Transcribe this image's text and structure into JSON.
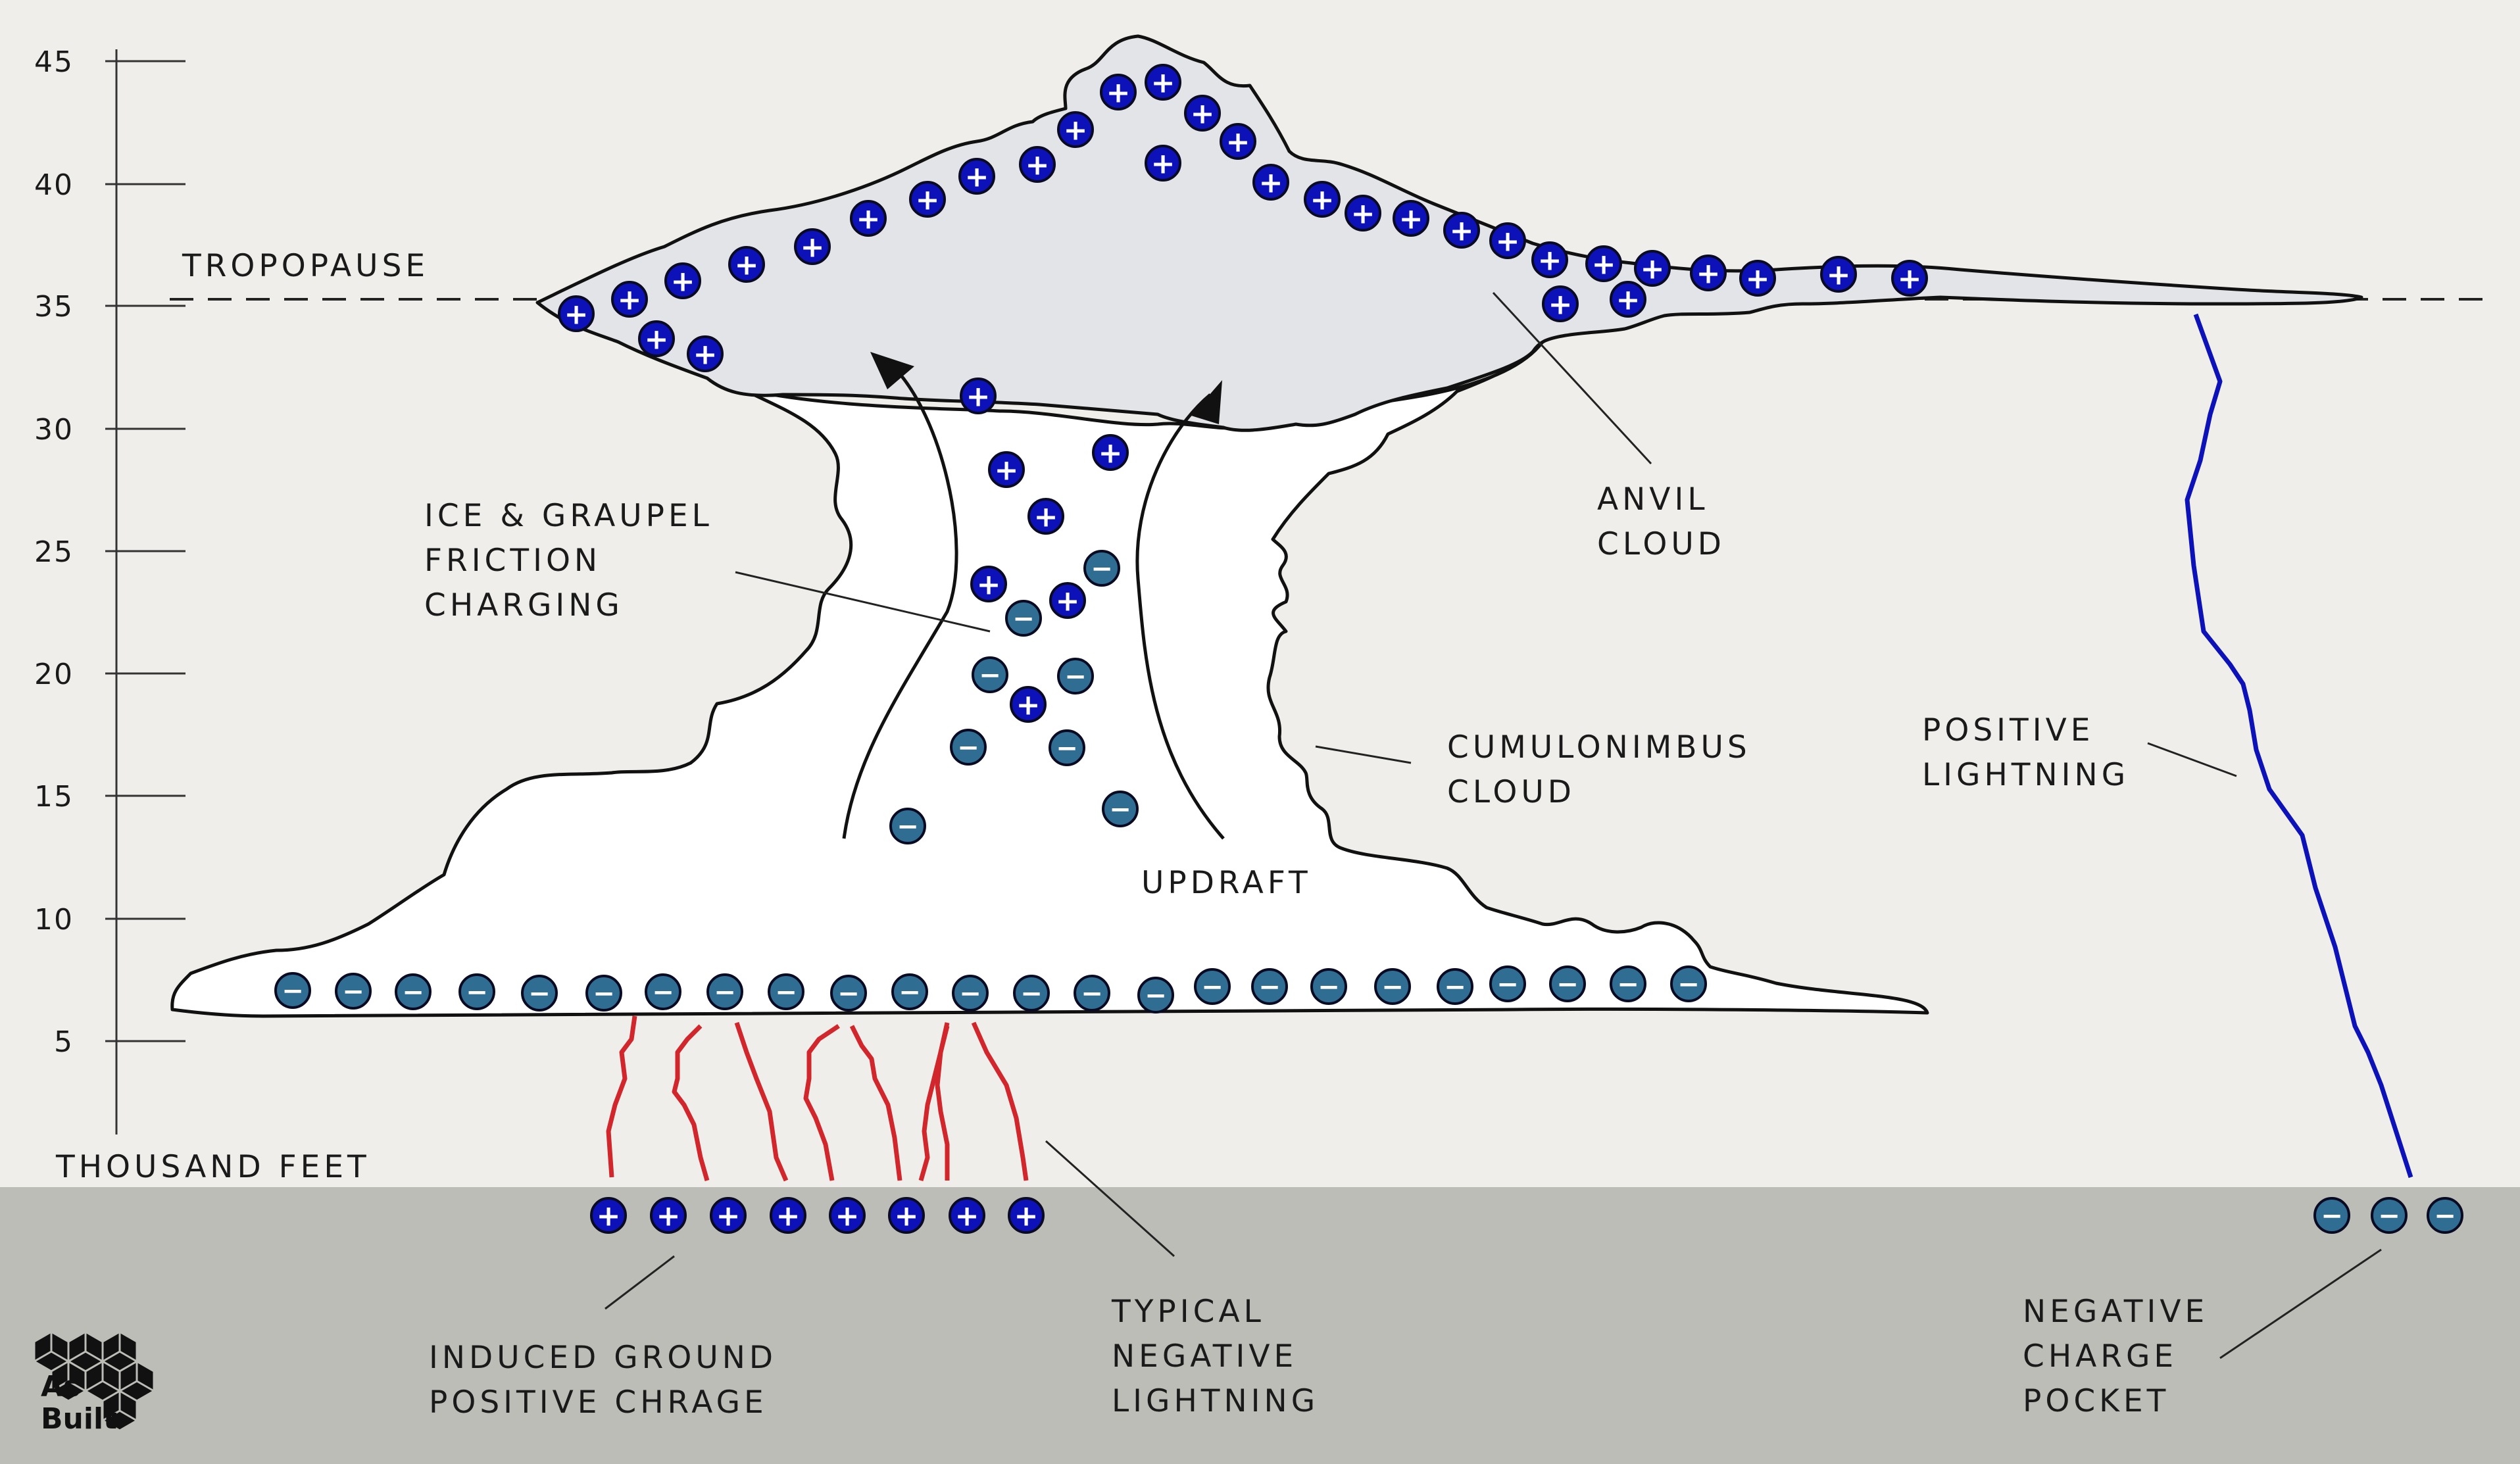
{
  "axis": {
    "unit_label": "THOUSAND FEET",
    "ticks": [
      "5",
      "10",
      "15",
      "20",
      "25",
      "30",
      "35",
      "40",
      "45"
    ]
  },
  "labels": {
    "tropopause": "TROPOPAUSE",
    "anvil_cloud": [
      "ANVIL",
      "CLOUD"
    ],
    "friction_charging": [
      "ICE & GRAUPEL",
      "FRICTION",
      "CHARGING"
    ],
    "cumulonimbus": [
      "CUMULONIMBUS",
      "CLOUD"
    ],
    "updraft": "UPDRAFT",
    "positive_lightning": [
      "POSITIVE",
      "LIGHTNING"
    ],
    "induced_ground": [
      "INDUCED GROUND",
      "POSITIVE CHRAGE"
    ],
    "typical_negative": [
      "TYPICAL",
      "NEGATIVE",
      "LIGHTNING"
    ],
    "negative_pocket": [
      "NEGATIVE",
      "CHARGE",
      "POCKET"
    ]
  },
  "symbols": {
    "positive": "+",
    "negative": "−"
  },
  "logo": {
    "line1": "As",
    "line2": "Built"
  },
  "colors": {
    "background": "#efeeea",
    "ground": "#bcbdb7",
    "anvil_fill": "#e3e4e8",
    "cloud_fill": "#ffffff",
    "positive_charge": "#0d12b8",
    "negative_charge": "#2f6d92",
    "negative_lightning": "#d1262b",
    "positive_lightning": "#0d12b8"
  }
}
